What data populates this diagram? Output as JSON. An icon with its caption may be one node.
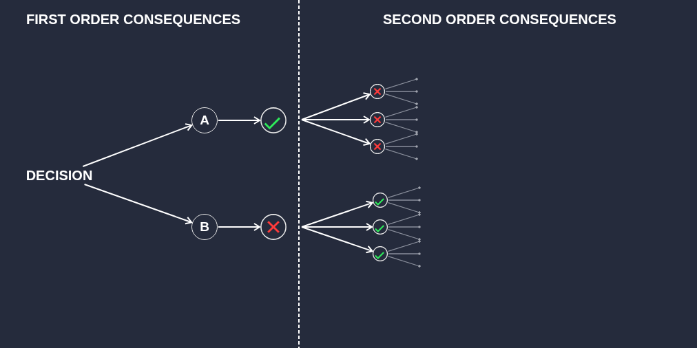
{
  "diagram": {
    "nodes": [
      {
        "text": [
          "DECISION"
        ]
      },
      {
        "text": [
          "A"
        ]
      },
      {
        "text": [
          "B"
        ]
      },
      {
        "text": [],
        "shape": "check"
      },
      {
        "text": [],
        "shape": "cross"
      },
      {
        "text": [],
        "shape": "cross"
      },
      {
        "text": [],
        "shape": "cross"
      },
      {
        "text": [],
        "shape": "cross"
      },
      {
        "text": [],
        "shape": "check"
      },
      {
        "text": [],
        "shape": "check"
      },
      {
        "text": [],
        "shape": "check"
      }
    ],
    "edges": [
      {
        "from": 0,
        "to": 1,
        "arrow": "to",
        "color": "#ffffff"
      },
      {
        "from": 0,
        "to": 2,
        "arrow": "to",
        "color": "#ffffff"
      },
      {
        "from": 1,
        "to": 3,
        "arrow": "to",
        "color": "#ffffff"
      },
      {
        "from": 2,
        "to": 4,
        "arrow": "to",
        "color": "#ffffff"
      },
      {
        "from": null,
        "to": 5,
        "arrow": "to",
        "color": "#ffffff"
      },
      {
        "from": null,
        "to": 6,
        "arrow": "to",
        "color": "#ffffff"
      },
      {
        "from": null,
        "to": 7,
        "arrow": "to",
        "color": "#ffffff"
      },
      {
        "from": null,
        "to": 8,
        "arrow": "to",
        "color": "#ffffff"
      },
      {
        "from": null,
        "to": 9,
        "arrow": "to",
        "color": "#ffffff"
      },
      {
        "from": null,
        "to": 10,
        "arrow": "to",
        "color": "#ffffff"
      },
      {
        "from": 5,
        "to": null,
        "arrow": "other"
      },
      {
        "from": 5,
        "to": null,
        "arrow": "other"
      },
      {
        "from": 5,
        "to": null,
        "arrow": "other"
      },
      {
        "from": 6,
        "to": null,
        "arrow": "other"
      },
      {
        "from": 6,
        "to": null,
        "arrow": "other"
      },
      {
        "from": 6,
        "to": null,
        "arrow": "other"
      },
      {
        "from": 7,
        "to": null,
        "arrow": "other"
      },
      {
        "from": 7,
        "to": null,
        "arrow": "other"
      },
      {
        "from": 7,
        "to": null,
        "arrow": "other"
      },
      {
        "from": 8,
        "to": null,
        "arrow": "other"
      },
      {
        "from": 8,
        "to": null,
        "arrow": "other"
      },
      {
        "from": 8,
        "to": null,
        "arrow": "other"
      },
      {
        "from": 9,
        "to": null,
        "arrow": "other"
      },
      {
        "from": 9,
        "to": null,
        "arrow": "other"
      },
      {
        "from": 9,
        "to": null,
        "arrow": "other"
      },
      {
        "from": 10,
        "to": null,
        "arrow": "other"
      },
      {
        "from": 10,
        "to": null,
        "arrow": "other"
      },
      {
        "from": 10,
        "to": null,
        "arrow": "other"
      }
    ],
    "labels": [
      "FIRST ORDER CONSEQUENCES",
      "SECOND ORDER CONSEQUENCES"
    ]
  }
}
